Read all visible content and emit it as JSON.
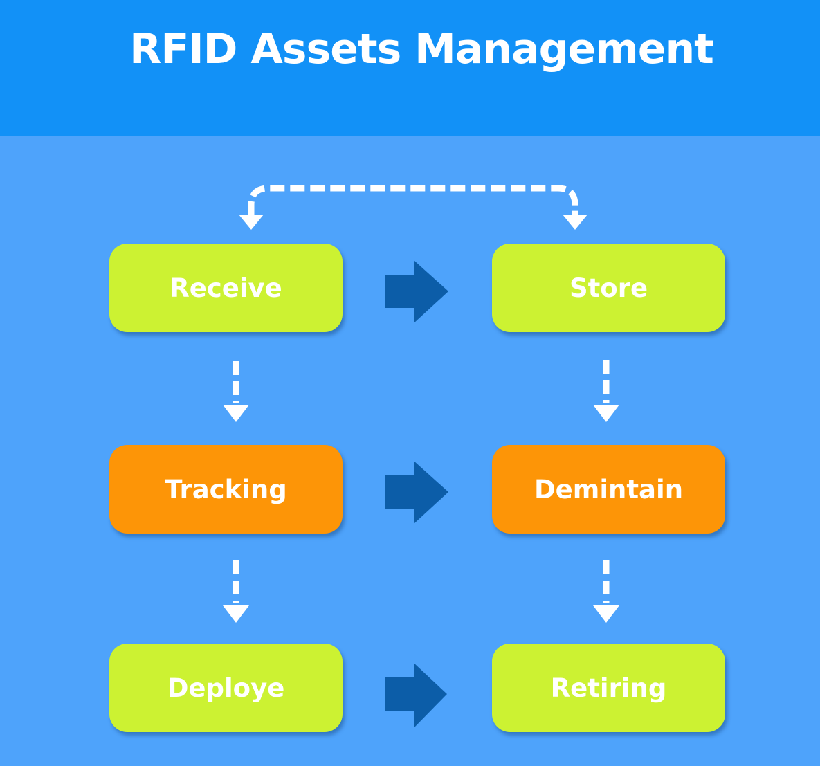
{
  "title": "RFID Assets Management",
  "colors": {
    "header_bg": "#1291f7",
    "body_bg": "#4ea3fb",
    "green_box": "#ccf232",
    "orange_box": "#fd9507",
    "arrow_solid": "#0c5da8",
    "arrow_dashed": "#ffffff"
  },
  "steps": [
    {
      "id": "receive",
      "label": "Receive",
      "color": "green"
    },
    {
      "id": "store",
      "label": "Store",
      "color": "green"
    },
    {
      "id": "tracking",
      "label": "Tracking",
      "color": "orange"
    },
    {
      "id": "demintain",
      "label": "Demintain",
      "color": "orange"
    },
    {
      "id": "deploye",
      "label": "Deploye",
      "color": "green"
    },
    {
      "id": "retiring",
      "label": "Retiring",
      "color": "green"
    }
  ],
  "connections": {
    "solid": [
      [
        "receive",
        "store"
      ],
      [
        "tracking",
        "demintain"
      ],
      [
        "deploye",
        "retiring"
      ]
    ],
    "dashed": [
      [
        "receive",
        "tracking"
      ],
      [
        "tracking",
        "deploye"
      ],
      [
        "store",
        "demintain"
      ],
      [
        "demintain",
        "retiring"
      ]
    ],
    "loop": [
      "receive",
      "store"
    ]
  }
}
